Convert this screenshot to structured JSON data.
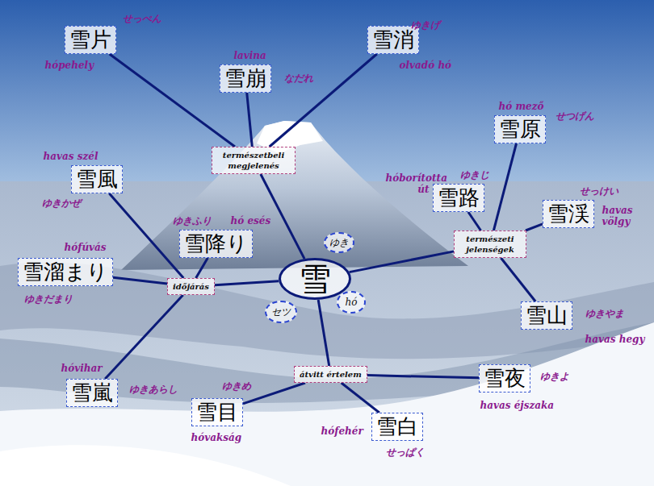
{
  "diagram": {
    "nodes": [
      {
        "text": [
          "雪片",
          "せっぺん",
          "hópehely"
        ]
      },
      {
        "text": [
          "雪消",
          "ゆきげ",
          "olvadó hó"
        ]
      },
      {
        "text": [
          "雪崩",
          "lavina",
          "なだれ"
        ]
      },
      {
        "text": [
          "természetbeli megjelenés"
        ]
      },
      {
        "text": [
          "雪原",
          "hó mező",
          "せつげん"
        ]
      },
      {
        "text": [
          "雪風",
          "havas szél",
          "ゆきかぜ"
        ]
      },
      {
        "text": [
          "雪路",
          "hóborította út",
          "ゆきじ"
        ]
      },
      {
        "text": [
          "雪渓",
          "せっけい",
          "havas völgy"
        ]
      },
      {
        "text": [
          "雪降り",
          "ゆきふり",
          "hó esés"
        ]
      },
      {
        "text": [
          "természeti jelenségek"
        ]
      },
      {
        "text": [
          "雪溜まり",
          "hófúvás",
          "ゆきだまり"
        ]
      },
      {
        "text": [
          "雪"
        ]
      },
      {
        "text": [
          "ゆき"
        ]
      },
      {
        "text": [
          "időjárás"
        ]
      },
      {
        "text": [
          "セツ"
        ]
      },
      {
        "text": [
          "hó"
        ]
      },
      {
        "text": [
          "雪山",
          "ゆきやま",
          "havas hegy"
        ]
      },
      {
        "text": [
          "átvitt értelem"
        ]
      },
      {
        "text": [
          "雪夜",
          "ゆきよ",
          "havas éjszaka"
        ]
      },
      {
        "text": [
          "雪嵐",
          "hóvihar",
          "ゆきあらし"
        ]
      },
      {
        "text": [
          "雪目",
          "ゆきめ",
          "hóvakság"
        ]
      },
      {
        "text": [
          "雪白",
          "hófehér",
          "せっぱく"
        ]
      }
    ],
    "edges": [
      {
        "from": 0,
        "to": 3,
        "arrow": "none"
      },
      {
        "from": 2,
        "to": 3,
        "arrow": "none"
      },
      {
        "from": 1,
        "to": 3,
        "arrow": "none"
      },
      {
        "from": 3,
        "to": 11,
        "arrow": "none"
      },
      {
        "from": 4,
        "to": 9,
        "arrow": "none"
      },
      {
        "from": 6,
        "to": 9,
        "arrow": "none"
      },
      {
        "from": 7,
        "to": 9,
        "arrow": "none"
      },
      {
        "from": 9,
        "to": 16,
        "arrow": "none"
      },
      {
        "from": 9,
        "to": 11,
        "arrow": "none"
      },
      {
        "from": 5,
        "to": 13,
        "arrow": "none"
      },
      {
        "from": 8,
        "to": 13,
        "arrow": "none"
      },
      {
        "from": 10,
        "to": 13,
        "arrow": "none"
      },
      {
        "from": 13,
        "to": 11,
        "arrow": "none"
      },
      {
        "from": 19,
        "to": 13,
        "arrow": "none"
      },
      {
        "from": 11,
        "to": 17,
        "arrow": "none"
      },
      {
        "from": 20,
        "to": 17,
        "arrow": "none"
      },
      {
        "from": 21,
        "to": 17,
        "arrow": "none"
      },
      {
        "from": 18,
        "to": 17,
        "arrow": "none"
      }
    ]
  }
}
